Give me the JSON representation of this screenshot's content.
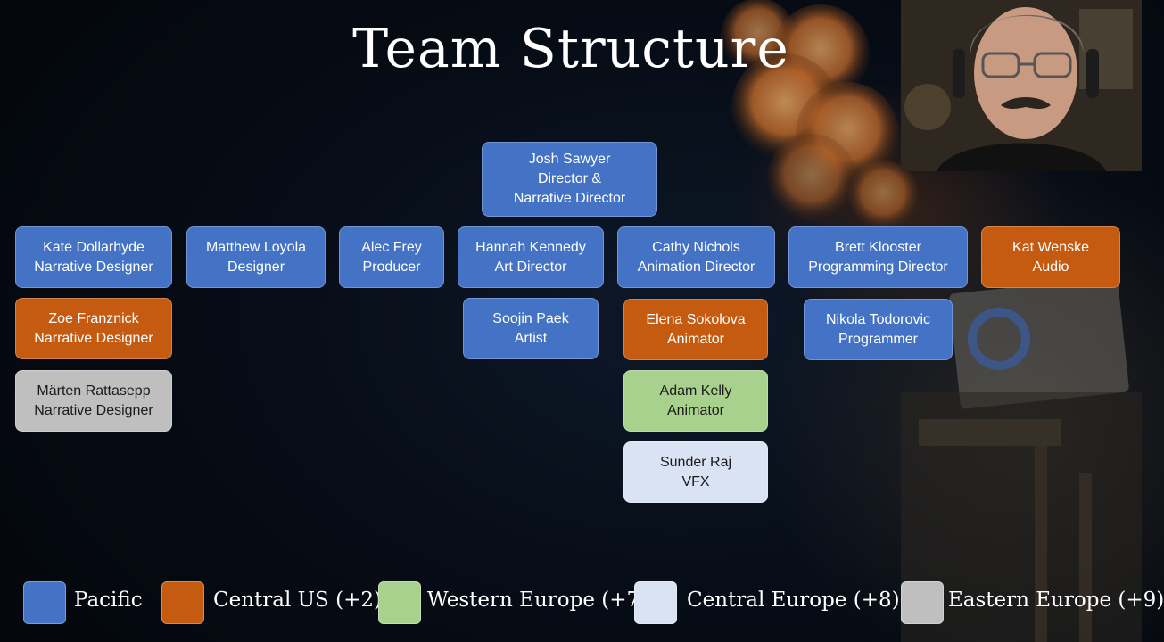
{
  "title": "Team Structure",
  "colors": {
    "pacific": "#4472c4",
    "central_us": "#c55a11",
    "western_europe": "#a9d18e",
    "central_europe": "#dae3f3",
    "eastern_europe": "#bfbfbf"
  },
  "root": {
    "name": "Josh Sawyer",
    "role_line1": "Director &",
    "role_line2": "Narrative Director",
    "zone": "pacific"
  },
  "columns": [
    {
      "name": "Kate Dollarhyde",
      "role": "Narrative Designer",
      "zone": "pacific",
      "reports": [
        {
          "name": "Zoe Franznick",
          "role": "Narrative Designer",
          "zone": "central_us"
        },
        {
          "name": "Märten Rattasepp",
          "role": "Narrative Designer",
          "zone": "eastern_europe"
        }
      ]
    },
    {
      "name": "Matthew Loyola",
      "role": "Designer",
      "zone": "pacific",
      "reports": []
    },
    {
      "name": "Alec Frey",
      "role": "Producer",
      "zone": "pacific",
      "reports": []
    },
    {
      "name": "Hannah Kennedy",
      "role": "Art Director",
      "zone": "pacific",
      "reports": [
        {
          "name": "Soojin Paek",
          "role": "Artist",
          "zone": "pacific"
        }
      ]
    },
    {
      "name": "Cathy Nichols",
      "role": "Animation Director",
      "zone": "pacific",
      "reports": [
        {
          "name": "Elena Sokolova",
          "role": "Animator",
          "zone": "central_us"
        },
        {
          "name": "Adam Kelly",
          "role": "Animator",
          "zone": "western_europe"
        },
        {
          "name": "Sunder Raj",
          "role": "VFX",
          "zone": "central_europe"
        }
      ]
    },
    {
      "name": "Brett Klooster",
      "role": "Programming Director",
      "zone": "pacific",
      "reports": [
        {
          "name": "Nikola Todorovic",
          "role": "Programmer",
          "zone": "pacific"
        }
      ]
    },
    {
      "name": "Kat Wenske",
      "role": "Audio",
      "zone": "central_us",
      "reports": []
    }
  ],
  "legend": [
    {
      "label": "Pacific",
      "zone": "pacific"
    },
    {
      "label": "Central US (+2)",
      "zone": "central_us"
    },
    {
      "label": "Western Europe (+7)",
      "zone": "western_europe"
    },
    {
      "label": "Central Europe (+8)",
      "zone": "central_europe"
    },
    {
      "label": "Eastern Europe (+9)",
      "zone": "eastern_europe"
    }
  ]
}
